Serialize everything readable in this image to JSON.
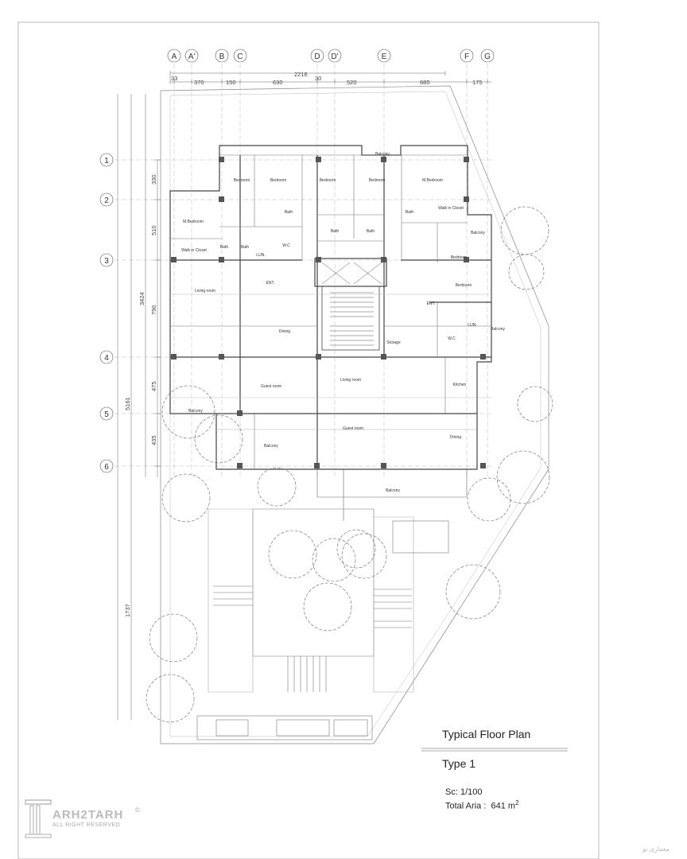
{
  "plan": {
    "grid_cols": [
      "A",
      "A'",
      "B",
      "C",
      "D",
      "D'",
      "E",
      "F",
      "G"
    ],
    "grid_rows": [
      "1",
      "2",
      "3",
      "4",
      "5",
      "6"
    ],
    "top_dims": [
      "33",
      "370",
      "150",
      "630",
      "30",
      "520",
      "685",
      "175"
    ],
    "top_total": "2216",
    "left_dims": [
      "330",
      "510",
      "790",
      "475",
      "435"
    ],
    "left_overall": "3424",
    "left_total": "5161",
    "left_site": "1737",
    "rooms": {
      "balcony_top": "Balcony",
      "bedroom1": "Bedroom",
      "bedroom2": "Bedroom",
      "bedroom3": "Bedroom",
      "bedroom4": "Bedroom",
      "m_bedroom_r": "M.Bedroom",
      "m_bedroom_l": "M.Bedroom",
      "walkin_l": "Walk in Closet",
      "walkin_r": "Walk in Closet",
      "bath1": "Bath",
      "bath2": "Bath",
      "bath3": "Bath",
      "bath4": "Bath",
      "bath5": "Bath",
      "bath6": "Bath",
      "wc_l": "W.C",
      "wc_r": "W.C",
      "lun_l": "LUN.",
      "lun_r": "LUN.",
      "ent_l": "ENT.",
      "ent_r": "ENT.",
      "living_l": "Living room",
      "living_r": "Living room",
      "dining_l": "Dining",
      "dining_r": "Dining",
      "guest_l": "Guest room",
      "guest_r": "Guest room",
      "kitchen": "Kitchen",
      "balcony_r1": "Balcony",
      "balcony_r2": "Balcony",
      "balcony_l": "Balcony",
      "balcony_bl": "Balcony",
      "balcony_bottom": "Balcony",
      "bedroom_r": "Bedroom",
      "bedroom_r2": "Bedroom",
      "storage": "Storage"
    }
  },
  "title_block": {
    "title": "Typical Floor Plan",
    "type": "Type 1",
    "scale": "Sc: 1/100",
    "area_label": "Total Aria :",
    "area_value": "641 m",
    "area_sup": "2"
  },
  "logo": {
    "name": "ARH2TARH",
    "copyright": "©",
    "rights": "ALL RIGHT RESERVED"
  },
  "watermark": "معماری تو"
}
